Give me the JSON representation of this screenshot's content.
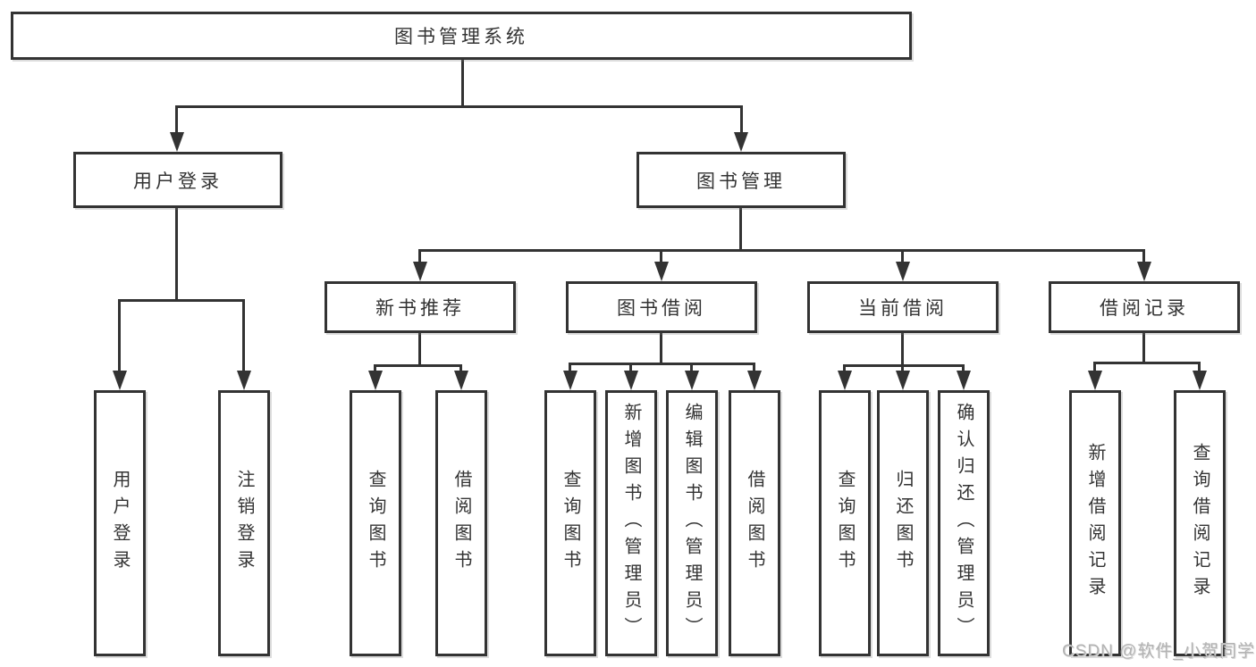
{
  "nodes": {
    "root": {
      "label": "图书管理系统"
    },
    "user_login": {
      "label": "用户登录"
    },
    "book_mgmt": {
      "label": "图书管理"
    },
    "new_books": {
      "label": "新书推荐"
    },
    "book_borrow": {
      "label": "图书借阅"
    },
    "current_borrow": {
      "label": "当前借阅"
    },
    "borrow_records": {
      "label": "借阅记录"
    },
    "leaf_user_login": {
      "label": "用户登录"
    },
    "leaf_logout": {
      "label": "注销登录"
    },
    "leaf_nb_query": {
      "label": "查询图书"
    },
    "leaf_nb_borrow": {
      "label": "借阅图书"
    },
    "leaf_bb_query": {
      "label": "查询图书"
    },
    "leaf_bb_add": {
      "label": "新增图书（管理员）"
    },
    "leaf_bb_edit": {
      "label": "编辑图书（管理员）"
    },
    "leaf_bb_borrow": {
      "label": "借阅图书"
    },
    "leaf_cb_query": {
      "label": "查询图书"
    },
    "leaf_cb_return": {
      "label": "归还图书"
    },
    "leaf_cb_confirm": {
      "label": "确认归还（管理员）"
    },
    "leaf_rec_add": {
      "label": "新增借阅记录"
    },
    "leaf_rec_query": {
      "label": "查询借阅记录"
    }
  },
  "edges": [
    [
      "图书管理系统",
      "用户登录"
    ],
    [
      "图书管理系统",
      "图书管理"
    ],
    [
      "用户登录",
      "用户登录"
    ],
    [
      "用户登录",
      "注销登录"
    ],
    [
      "图书管理",
      "新书推荐"
    ],
    [
      "图书管理",
      "图书借阅"
    ],
    [
      "图书管理",
      "当前借阅"
    ],
    [
      "图书管理",
      "借阅记录"
    ],
    [
      "新书推荐",
      "查询图书"
    ],
    [
      "新书推荐",
      "借阅图书"
    ],
    [
      "图书借阅",
      "查询图书"
    ],
    [
      "图书借阅",
      "新增图书（管理员）"
    ],
    [
      "图书借阅",
      "编辑图书（管理员）"
    ],
    [
      "图书借阅",
      "借阅图书"
    ],
    [
      "当前借阅",
      "查询图书"
    ],
    [
      "当前借阅",
      "归还图书"
    ],
    [
      "当前借阅",
      "确认归还（管理员）"
    ],
    [
      "借阅记录",
      "新增借阅记录"
    ],
    [
      "借阅记录",
      "查询借阅记录"
    ]
  ],
  "watermark": {
    "text": "CSDN @软件_小贺同学"
  },
  "colors": {
    "line": "#333333",
    "box_border": "#333333",
    "text": "#333333",
    "watermark": "#b3b3b3",
    "background": "#ffffff"
  }
}
